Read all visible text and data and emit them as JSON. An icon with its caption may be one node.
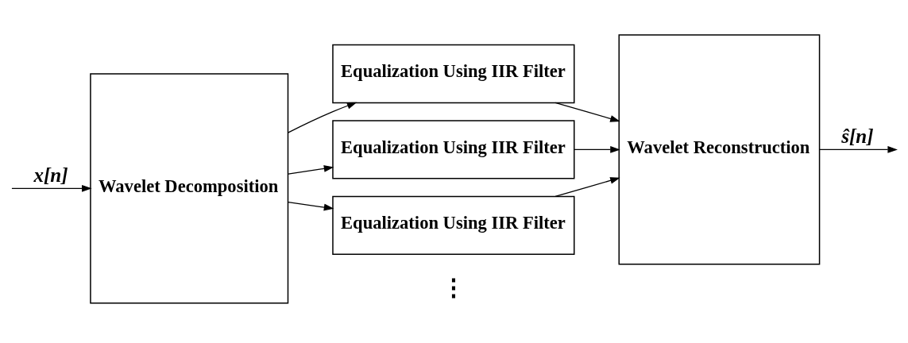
{
  "diagram": {
    "nodes": [
      {
        "text": [
          "Wavelet Decomposition"
        ]
      },
      {
        "text": [
          "Equalization Using IIR Filter"
        ]
      },
      {
        "text": [
          "Equalization Using IIR Filter"
        ]
      },
      {
        "text": [
          "Equalization Using IIR Filter"
        ]
      },
      {
        "text": [
          "Wavelet Reconstruction"
        ]
      }
    ],
    "edges": [
      {
        "from": null,
        "to": 0,
        "arrow": "to",
        "label": "x[n]"
      },
      {
        "from": 0,
        "to": 1,
        "arrow": "to"
      },
      {
        "from": 0,
        "to": 2,
        "arrow": "to"
      },
      {
        "from": 0,
        "to": 3,
        "arrow": "to"
      },
      {
        "from": 1,
        "to": 4,
        "arrow": "to"
      },
      {
        "from": 2,
        "to": 4,
        "arrow": "to"
      },
      {
        "from": 3,
        "to": 4,
        "arrow": "to"
      },
      {
        "from": 4,
        "to": null,
        "arrow": "to",
        "label": "ŝ[n]"
      }
    ],
    "labels": [
      "⋮"
    ]
  }
}
